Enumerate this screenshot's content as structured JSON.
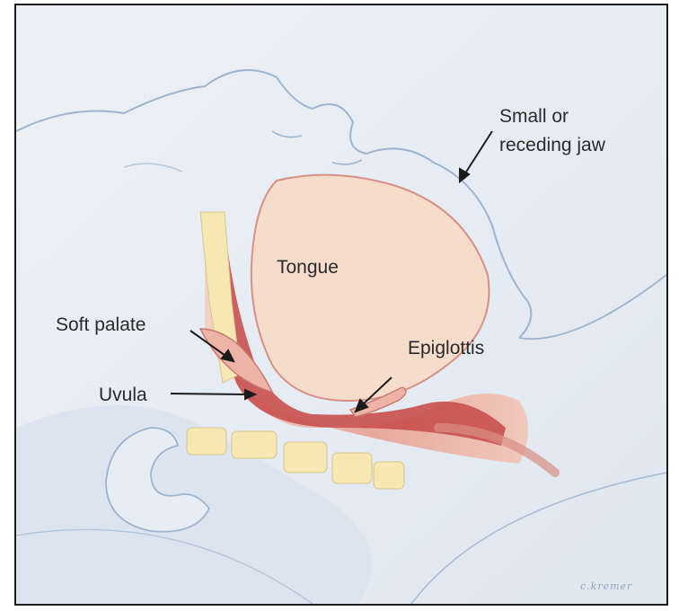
{
  "labels": {
    "jaw_line1": "Small or",
    "jaw_line2": "receding jaw",
    "tongue": "Tongue",
    "soft_palate": "Soft palate",
    "epiglottis": "Epiglottis",
    "uvula": "Uvula"
  },
  "signature": "c.kremer",
  "colors": {
    "skin_outline": "#9db4cf",
    "tongue": "#f6dccb",
    "airway": "#c9504e",
    "vertebrae": "#f6e7b3"
  }
}
